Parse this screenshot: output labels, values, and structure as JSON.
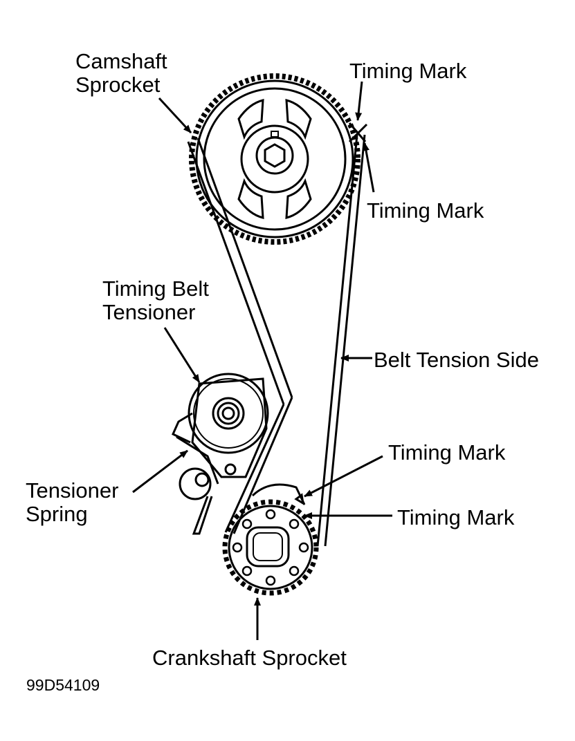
{
  "labels": {
    "camshaft_sprocket": [
      "Camshaft",
      "Sprocket"
    ],
    "timing_mark_top": "Timing Mark",
    "timing_mark_cam": "Timing Mark",
    "timing_belt_tensioner": [
      "Timing Belt",
      "Tensioner"
    ],
    "belt_tension_side": "Belt Tension Side",
    "timing_mark_crank_upper": "Timing Mark",
    "timing_mark_crank_lower": "Timing Mark",
    "tensioner_spring": [
      "Tensioner",
      "Spring"
    ],
    "crankshaft_sprocket": "Crankshaft Sprocket"
  },
  "figure_code": "99D54109",
  "colors": {
    "ink": "#000000",
    "paper": "#ffffff"
  }
}
